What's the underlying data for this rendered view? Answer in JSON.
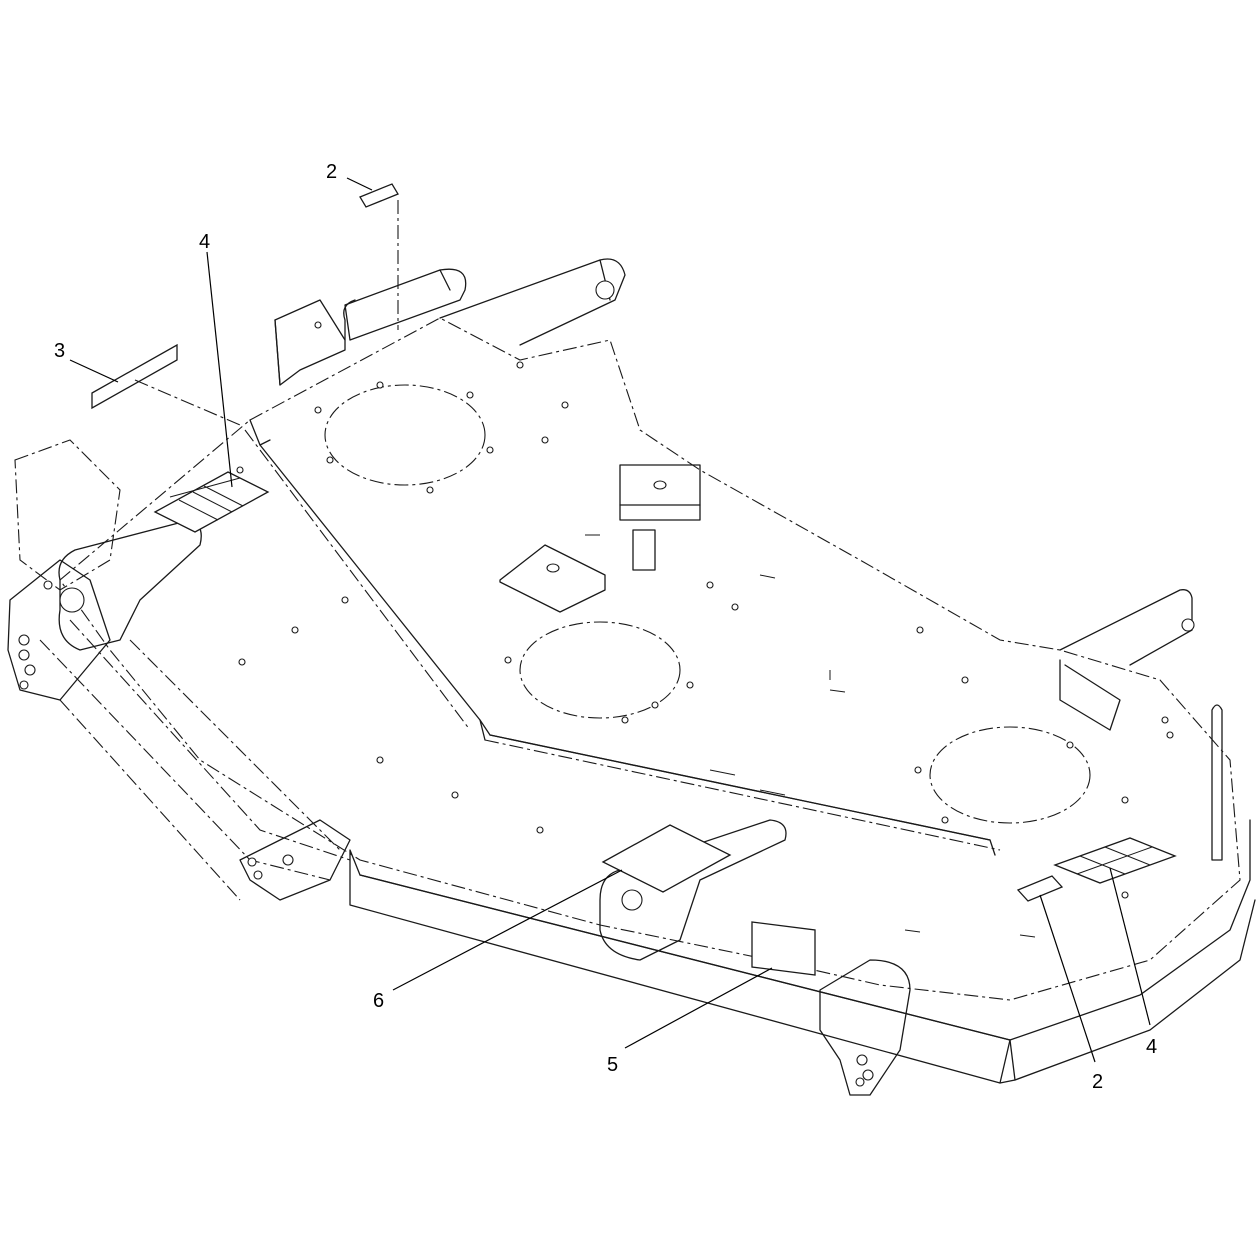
{
  "callouts": [
    {
      "id": "callout-2-top",
      "label": "2"
    },
    {
      "id": "callout-3",
      "label": "3"
    },
    {
      "id": "callout-4-left",
      "label": "4"
    },
    {
      "id": "callout-6",
      "label": "6"
    },
    {
      "id": "callout-5",
      "label": "5"
    },
    {
      "id": "callout-2-right",
      "label": "2"
    },
    {
      "id": "callout-4-right",
      "label": "4"
    }
  ]
}
